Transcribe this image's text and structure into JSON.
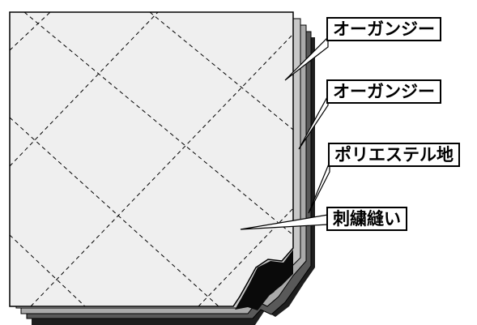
{
  "diagram": {
    "labels": {
      "top_organza": "オーガンジー",
      "second_organza": "オーガンジー",
      "polyester": "ポリエステル地",
      "embroidery": "刺繍縫い"
    },
    "colors": {
      "top_sheet": "#efefef",
      "organza_layer_2": "#c8c8c8",
      "organza_layer_1": "#aaaaaa",
      "polyester_layer": "#595959",
      "shadow": "#1e1e1e",
      "stitch": "#000000"
    }
  }
}
